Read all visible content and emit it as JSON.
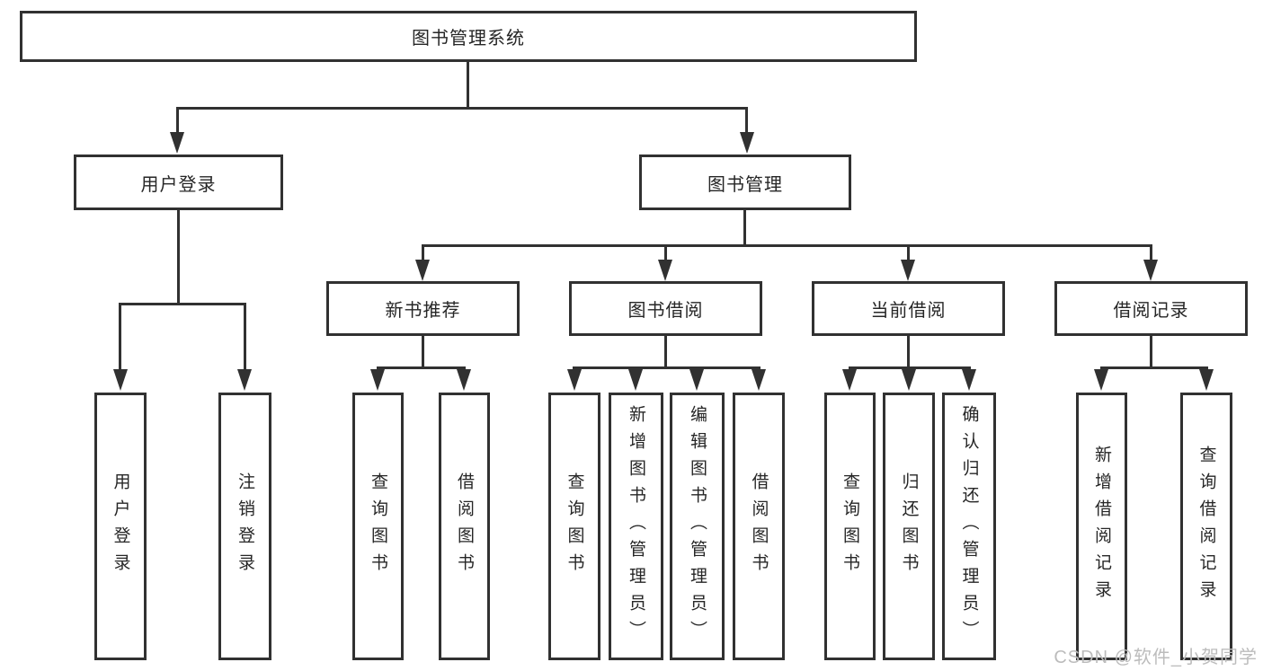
{
  "diagram": {
    "title": "图书管理系统",
    "level2": [
      {
        "label": "用户登录",
        "leaves": [
          "用户登录",
          "注销登录"
        ]
      },
      {
        "label": "图书管理",
        "groups": [
          {
            "label": "新书推荐",
            "leaves": [
              "查询图书",
              "借阅图书"
            ]
          },
          {
            "label": "图书借阅",
            "leaves": [
              "查询图书",
              "新增图书（管理员）",
              "编辑图书（管理员）",
              "借阅图书"
            ]
          },
          {
            "label": "当前借阅",
            "leaves": [
              "查询图书",
              "归还图书",
              "确认归还（管理员）"
            ]
          },
          {
            "label": "借阅记录",
            "leaves": [
              "新增借阅记录",
              "查询借阅记录"
            ]
          }
        ]
      }
    ],
    "watermark": "CSDN @软件_小贺同学"
  },
  "colors": {
    "line": "#313131",
    "text": "#262626",
    "background": "#ffffff",
    "watermark": "#bcbcbc"
  }
}
